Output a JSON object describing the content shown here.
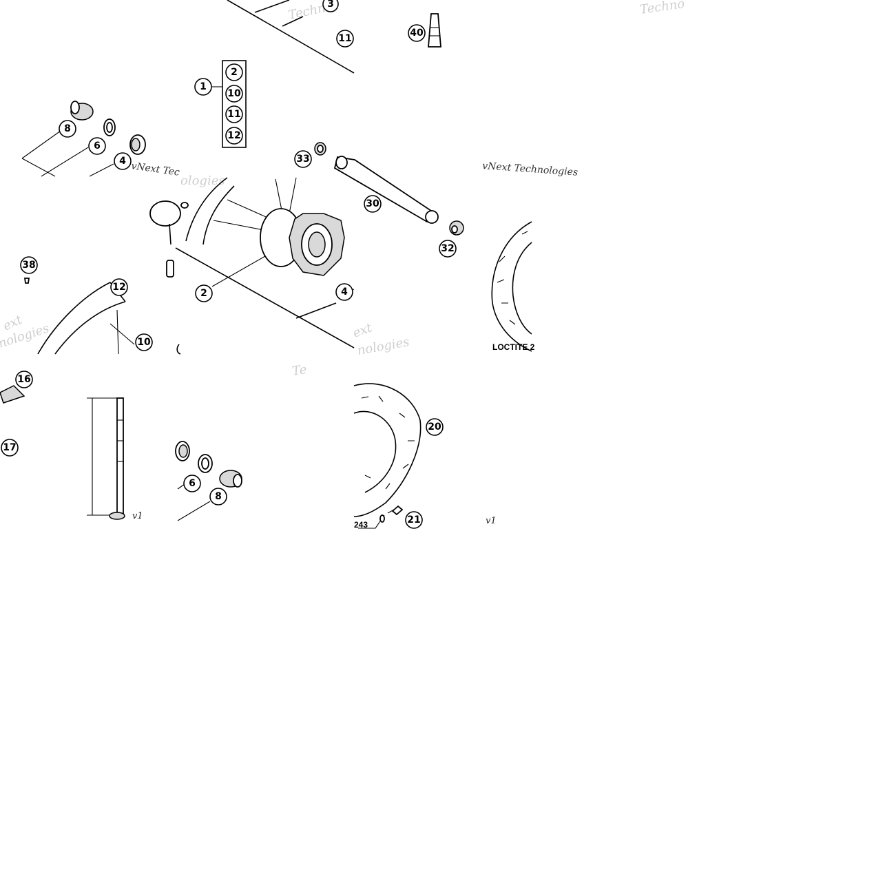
{
  "callouts": {
    "c1": "1",
    "c2a": "2",
    "c2b": "2",
    "c3": "3",
    "c4a": "4",
    "c4b": "4",
    "c6a": "6",
    "c6b": "6",
    "c8a": "8",
    "c8b": "8",
    "c10a": "10",
    "c10b": "10",
    "c11a": "11",
    "c11b": "11",
    "c12a": "12",
    "c12b": "12",
    "c16": "16",
    "c17": "17",
    "c20": "20",
    "c21": "21",
    "c30": "30",
    "c32": "32",
    "c33": "33",
    "c38": "38",
    "c40": "40"
  },
  "kit_group": {
    "label": "1",
    "items": [
      "2",
      "10",
      "11",
      "12"
    ]
  },
  "watermarks": {
    "brand": "vNext Technologies",
    "brand_top": "Techno",
    "brand_mid": "vNext Tec",
    "brand_mid2": "ologies",
    "brand_right": "vNext Technologies",
    "brand_low": "nologies",
    "brand_low2": "ext",
    "brand_tech": "Te"
  },
  "labels": {
    "loctite_top": "LOCTITE 2",
    "loctite_bottom": "243",
    "version_left": "v1",
    "version_right": "v1"
  },
  "colors": {
    "ink": "#000000",
    "watermark": "#cfcfcf",
    "background": "#ffffff"
  }
}
